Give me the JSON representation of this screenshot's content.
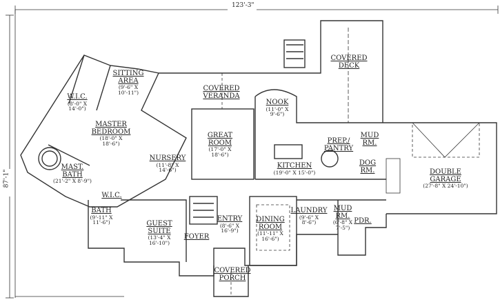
{
  "dimensions": {
    "width": "123'-3\"",
    "depth": "87'-1\""
  },
  "rooms": {
    "sitting_area": {
      "name1": "SITTING",
      "name2": "AREA",
      "dim1": "(9'-6\" X",
      "dim2": "10'-11\")"
    },
    "wic_master": {
      "name1": "W.I.C.",
      "dim1": "(8'-0\" X",
      "dim2": "14'-0\")"
    },
    "covered_veranda": {
      "name1": "COVERED",
      "name2": "VERANDA"
    },
    "nook": {
      "name1": "NOOK",
      "dim1": "(11'-0\" X",
      "dim2": "9'-6\")"
    },
    "covered_deck": {
      "name1": "COVERED",
      "name2": "DECK"
    },
    "master_bedroom": {
      "name1": "MASTER",
      "name2": "BEDROOM",
      "dim1": "(18'-0\" X",
      "dim2": "18'-6\")"
    },
    "great_room": {
      "name1": "GREAT",
      "name2": "ROOM",
      "dim1": "(17'-0\" X",
      "dim2": "18'-6\")"
    },
    "prep_pantry": {
      "name1": "PREP./",
      "name2": "PANTRY"
    },
    "mud_rm_upper": {
      "name1": "MUD",
      "name2": "RM."
    },
    "dog_rm": {
      "name1": "DOG",
      "name2": "RM."
    },
    "kitchen": {
      "name1": "KITCHEN",
      "dim1": "(19'-0\" X 15'-0\")"
    },
    "nursery": {
      "name1": "NURSERY",
      "dim1": "(11'-8\" X",
      "dim2": "14'-6\")"
    },
    "master_bath": {
      "name1": "MAST.",
      "name2": "BATH",
      "dim1": "(21'-2\" X 8'-9\")"
    },
    "double_garage": {
      "name1": "DOUBLE",
      "name2": "GARAGE",
      "dim1": "(27'-8\" X 24'-10\")"
    },
    "wic_lower": {
      "name1": "W.I.C."
    },
    "bath": {
      "name1": "BATH",
      "dim1": "(9'-11\" X",
      "dim2": "11'-6\")"
    },
    "guest_suite": {
      "name1": "GUEST",
      "name2": "SUITE",
      "dim1": "(13'-4\" X",
      "dim2": "16'-10\")"
    },
    "entry": {
      "name1": "ENTRY",
      "dim1": "(8'-6\" X",
      "dim2": "16'-9\")"
    },
    "foyer": {
      "name1": "FOYER"
    },
    "dining_room": {
      "name1": "DINING",
      "name2": "ROOM",
      "dim1": "(11'-11\" X",
      "dim2": "16'-6\")"
    },
    "laundry": {
      "name1": "LAUNDRY",
      "dim1": "(9'-6\" X",
      "dim2": "8'-6\")"
    },
    "mud_rm_lower": {
      "name1": "MUD",
      "name2": "RM.",
      "dim1": "(6'-8\" X",
      "dim2": "7'-5\")"
    },
    "pdr": {
      "name1": "PDR."
    },
    "covered_porch": {
      "name1": "COVERED",
      "name2": "PORCH"
    }
  }
}
